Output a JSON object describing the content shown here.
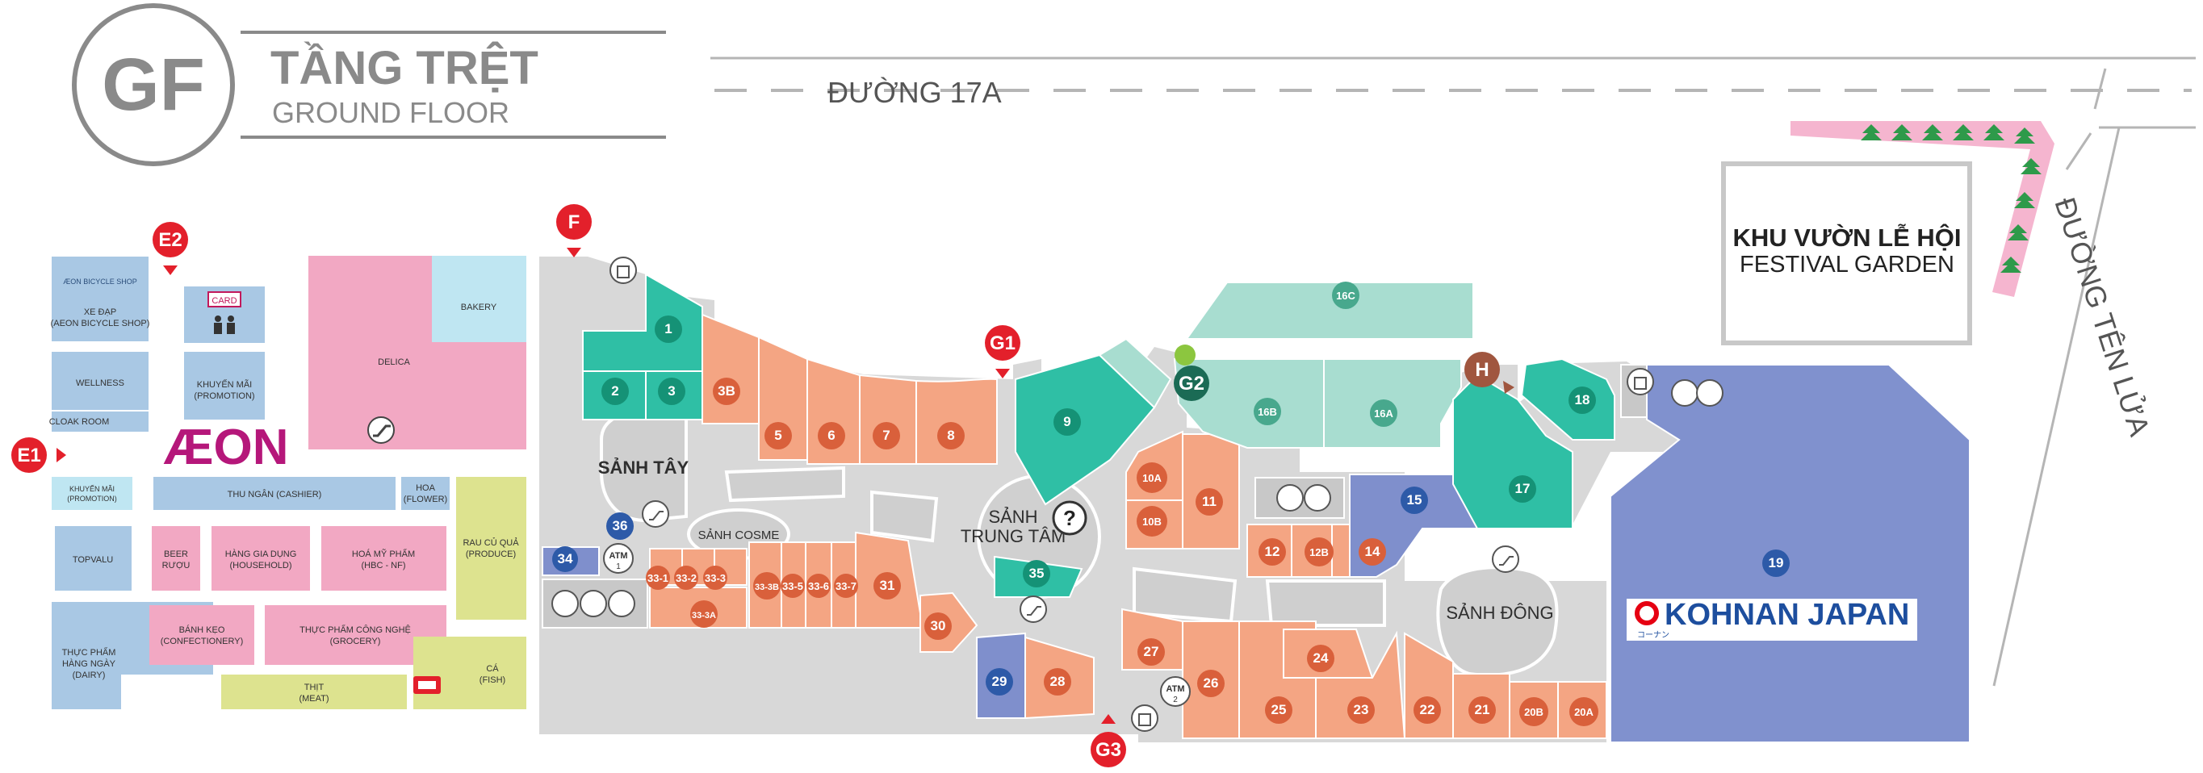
{
  "header": {
    "badge": "GF",
    "title_vi": "TẦNG TRỆT",
    "title_en": "GROUND FLOOR"
  },
  "roads": {
    "street_17a": "ĐƯỜNG 17A",
    "ten_lua": "ĐƯỜNG TÊN LỬA"
  },
  "festival_garden": {
    "vi": "KHU VƯỜN LỄ HỘI",
    "en": "FESTIVAL GARDEN"
  },
  "halls": {
    "west": [
      "SẢNH TÂY"
    ],
    "center": [
      "SẢNH",
      "TRUNG TÂM"
    ],
    "east": [
      "SẢNH ĐÔNG"
    ],
    "cosme": [
      "SẢNH COSME"
    ]
  },
  "anchors": {
    "kohnan": "KOHNAN JAPAN",
    "kohnan_sub": "コーナン",
    "aeon_logo": "ÆON"
  },
  "entrances": [
    {
      "key": "e1",
      "label": "E1"
    },
    {
      "key": "e2",
      "label": "E2"
    },
    {
      "key": "f",
      "label": "F"
    },
    {
      "key": "g1",
      "label": "G1"
    },
    {
      "key": "g2",
      "label": "G2"
    },
    {
      "key": "g3",
      "label": "G3"
    },
    {
      "key": "h",
      "label": "H"
    }
  ],
  "aeon_departments": {
    "bicycle_shop_logo": "ÆON BICYCLE SHOP",
    "bicycle": [
      "XE ĐẠP",
      "(AEON BICYCLE SHOP)"
    ],
    "card": "CARD",
    "bakery": "BAKERY",
    "delica": "DELICA",
    "wellness": "WELLNESS",
    "promotion_top": [
      "KHUYẾN MÃI",
      "(PROMOTION)"
    ],
    "cloak_room": "CLOAK ROOM",
    "promotion_left": [
      "KHUYẾN MÃI",
      "(PROMOTION)"
    ],
    "cashier": "THU NGÂN (CASHIER)",
    "flower": [
      "HOA",
      "(FLOWER)"
    ],
    "topvalu": "TOPVALU",
    "beer": [
      "BEER",
      "RƯỢU"
    ],
    "household": [
      "HÀNG GIA DỤNG",
      "(HOUSEHOLD)"
    ],
    "hbc": [
      "HOÁ MỸ PHẨM",
      "(HBC - NF)"
    ],
    "produce": [
      "RAU CỦ QUẢ",
      "(PRODUCE)"
    ],
    "dairy": [
      "THỰC PHẨM",
      "HÀNG NGÀY",
      "(DAIRY)"
    ],
    "confectionery": [
      "BÁNH KẸO",
      "(CONFECTIONERY)"
    ],
    "grocery": [
      "THỰC PHẨM CÔNG NGHỆ",
      "(GROCERY)"
    ],
    "fish": [
      "CÁ",
      "(FISH)"
    ],
    "meat": [
      "THỊT",
      "(MEAT)"
    ]
  },
  "atms": [
    {
      "key": "atm1",
      "label": "ATM",
      "num": "1"
    },
    {
      "key": "atm2",
      "label": "ATM",
      "num": "2"
    }
  ],
  "info_symbol": "?",
  "units": [
    {
      "id": "1"
    },
    {
      "id": "2"
    },
    {
      "id": "3"
    },
    {
      "id": "3B"
    },
    {
      "id": "5"
    },
    {
      "id": "6"
    },
    {
      "id": "7"
    },
    {
      "id": "8"
    },
    {
      "id": "9"
    },
    {
      "id": "10A"
    },
    {
      "id": "10B"
    },
    {
      "id": "11"
    },
    {
      "id": "12"
    },
    {
      "id": "12B"
    },
    {
      "id": "14"
    },
    {
      "id": "15"
    },
    {
      "id": "16A"
    },
    {
      "id": "16B"
    },
    {
      "id": "16C"
    },
    {
      "id": "17"
    },
    {
      "id": "18"
    },
    {
      "id": "19"
    },
    {
      "id": "20A"
    },
    {
      "id": "20B"
    },
    {
      "id": "21"
    },
    {
      "id": "22"
    },
    {
      "id": "23"
    },
    {
      "id": "24"
    },
    {
      "id": "25"
    },
    {
      "id": "26"
    },
    {
      "id": "27"
    },
    {
      "id": "28"
    },
    {
      "id": "29"
    },
    {
      "id": "30"
    },
    {
      "id": "31"
    },
    {
      "id": "33-1"
    },
    {
      "id": "33-2"
    },
    {
      "id": "33-3"
    },
    {
      "id": "33-3A"
    },
    {
      "id": "33-3B"
    },
    {
      "id": "33-5"
    },
    {
      "id": "33-6"
    },
    {
      "id": "33-7"
    },
    {
      "id": "34"
    },
    {
      "id": "35"
    },
    {
      "id": "36"
    }
  ],
  "colors": {
    "retail": "#f4a583",
    "retail_marker": "#d9603b",
    "teal": "#2fbfa5",
    "teal_marker": "#159276",
    "mint": "#a8ddd0",
    "mint_marker": "#48a88d",
    "blue": "#7f8fcc",
    "blue_marker": "#2d5aa8",
    "corridor": "#d8d8d8",
    "aeon_blue": "#a9c8e4",
    "aeon_pink": "#f2a8c3",
    "aeon_green": "#dde38f",
    "entrance_red": "#e3202b",
    "kohnan_red": "#e60012"
  }
}
